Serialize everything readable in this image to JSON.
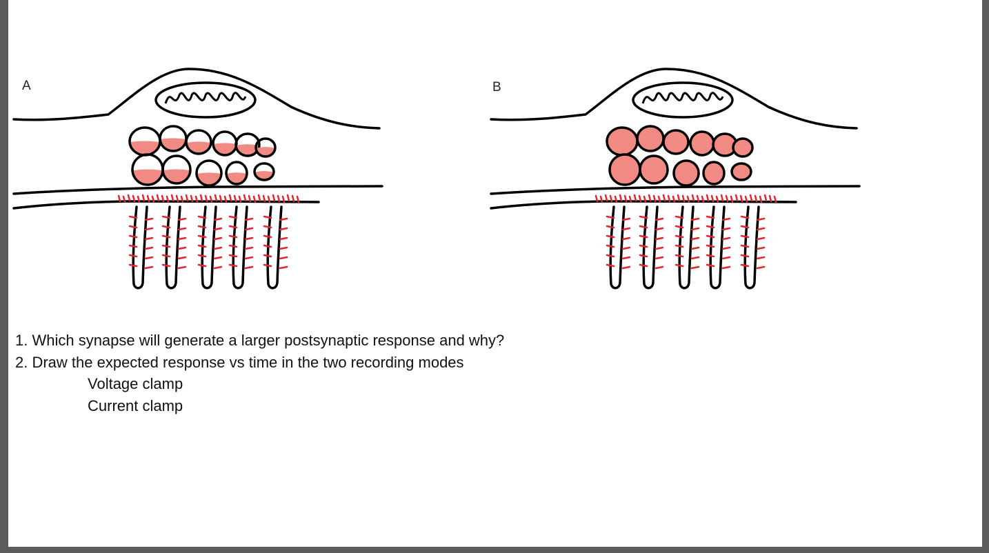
{
  "panels": [
    {
      "label": "A",
      "vesicle_fill": "partial"
    },
    {
      "label": "B",
      "vesicle_fill": "full"
    }
  ],
  "questions": {
    "q1": "1. Which synapse will generate a larger postsynaptic response and why?",
    "q2": "2. Draw the expected response vs time in the two recording modes",
    "mode1": "Voltage clamp",
    "mode2": "Current clamp"
  },
  "colors": {
    "vesicle_fill": "#f08a82",
    "receptor": "#e8232b",
    "outline": "#000000"
  }
}
